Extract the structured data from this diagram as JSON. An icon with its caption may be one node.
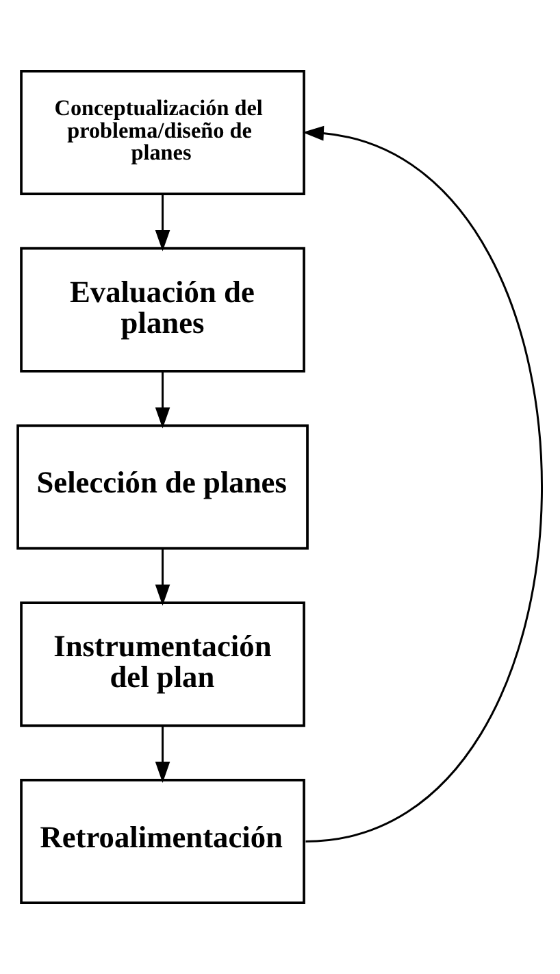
{
  "diagram": {
    "nodes": [
      {
        "text": [
          "Conceptualización del problema/diseño de planes"
        ]
      },
      {
        "text": [
          "Evaluación de planes"
        ]
      },
      {
        "text": [
          "Selección de planes"
        ]
      },
      {
        "text": [
          "Instrumentación del plan"
        ]
      },
      {
        "text": [
          "Retroalimentación"
        ]
      }
    ],
    "edges": [
      {
        "from": 0,
        "to": 1,
        "arrow": "to"
      },
      {
        "from": 1,
        "to": 2,
        "arrow": "to"
      },
      {
        "from": 2,
        "to": 3,
        "arrow": "to"
      },
      {
        "from": 3,
        "to": 4,
        "arrow": "to"
      },
      {
        "from": 4,
        "to": 0,
        "arrow": "to"
      }
    ]
  }
}
